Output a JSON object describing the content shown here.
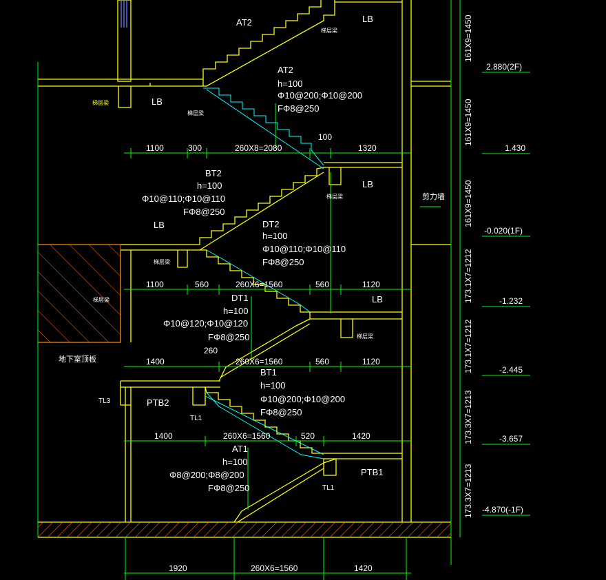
{
  "colors": {
    "background": "#000000",
    "slab": "#ffff00",
    "dimension": "#00ff00",
    "rebar": "#00ffff",
    "text": "#ffffff",
    "hatch": "#ff6a00"
  },
  "flights": {
    "at2": {
      "name": "AT2",
      "h": "h=100",
      "rebar": "Φ10@200;Φ10@200",
      "dist": "FΦ8@250"
    },
    "bt2": {
      "name": "BT2",
      "h": "h=100",
      "rebar": "Φ10@110;Φ10@110",
      "dist": "FΦ8@250"
    },
    "dt2": {
      "name": "DT2",
      "h": "h=100",
      "rebar": "Φ10@110;Φ10@110",
      "dist": "FΦ8@250"
    },
    "dt1": {
      "name": "DT1",
      "h": "h=100",
      "rebar": "Φ10@120;Φ10@120",
      "dist": "FΦ8@250"
    },
    "bt1": {
      "name": "BT1",
      "h": "h=100",
      "rebar": "Φ10@200;Φ10@200",
      "dist": "FΦ8@250"
    },
    "at1": {
      "name": "AT1",
      "h": "h=100",
      "rebar": "Φ8@200;Φ8@200",
      "dist": "FΦ8@250"
    }
  },
  "labels": {
    "lb": "LB",
    "beam": "梯层梁",
    "shear_wall": "剪力墙",
    "basement_roof": "地下室顶板",
    "ptb2": "PTB2",
    "ptb1": "PTB1",
    "tl1": "TL1",
    "tl3": "TL3"
  },
  "dims": {
    "r1": [
      "1100",
      "300",
      "260X8=2080",
      "100",
      "1320"
    ],
    "r2": [
      "1100",
      "560",
      "260X6=1560",
      "560",
      "1120"
    ],
    "r3": [
      "1400",
      "260",
      "260X6=1560",
      "560",
      "1120"
    ],
    "r4": [
      "1400",
      "260X6=1560",
      "520",
      "1420"
    ],
    "r5": [
      "1920",
      "260X6=1560",
      "1420"
    ]
  },
  "vertical_dims": [
    "161X9=1450",
    "161X9=1450",
    "161X9=1450",
    "173.1X7=1212",
    "173.1X7=1212",
    "173.3X7=1213",
    "173.3X7=1213"
  ],
  "levels": [
    "2.880(2F)",
    "1.430",
    "-0.020(1F)",
    "-1.232",
    "-2.445",
    "-3.657",
    "-4.870(-1F)"
  ]
}
